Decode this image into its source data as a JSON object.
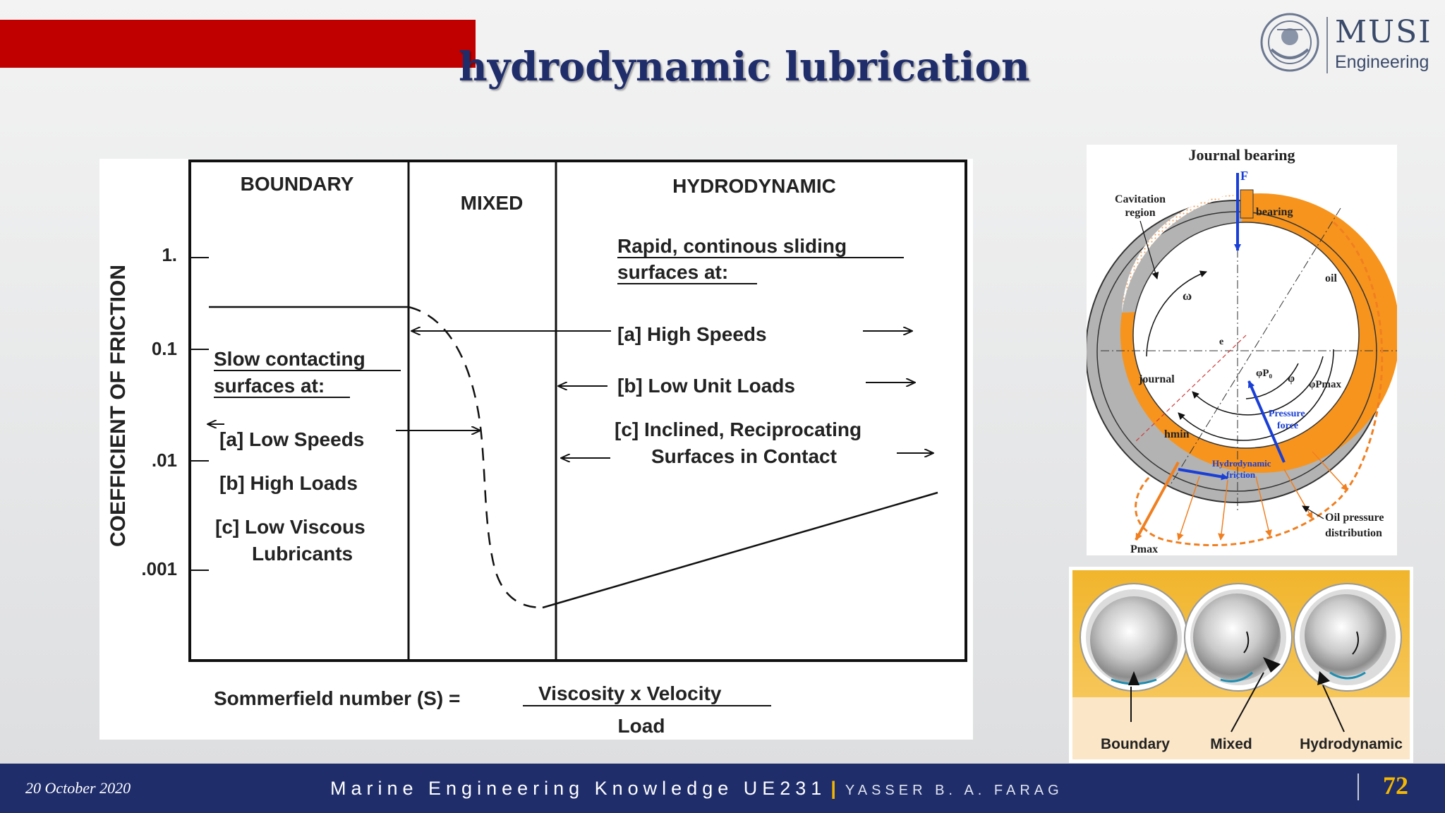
{
  "slide": {
    "title": "hydrodynamic lubrication",
    "logo": {
      "name": "MUSI",
      "sub": "Engineering"
    }
  },
  "main_figure": {
    "regions": [
      "BOUNDARY",
      "MIXED",
      "HYDRODYNAMIC"
    ],
    "y_axis_label": "COEFFICIENT OF FRICTION",
    "y_ticks": [
      "1.",
      "0.1",
      ".01",
      ".001"
    ],
    "boundary_notes": {
      "heading_line1": "Slow contacting",
      "heading_line2": "surfaces at:",
      "a": "[a] Low Speeds",
      "b": "[b] High Loads",
      "c_line1": "[c] Low Viscous",
      "c_line2": "Lubricants"
    },
    "hydro_notes": {
      "heading_line1": "Rapid, continous sliding",
      "heading_line2": "surfaces at:",
      "a": "[a] High Speeds",
      "b": "[b] Low Unit Loads",
      "c_line1": "[c] Inclined, Reciprocating",
      "c_line2": "Surfaces in Contact"
    },
    "sommerfeld": {
      "label": "Sommerfield number (S) =",
      "numerator": "Viscosity x Velocity",
      "denominator": "Load"
    }
  },
  "journal_figure": {
    "title": "Journal bearing",
    "labels": {
      "force": "F",
      "cavitation_1": "Cavitation",
      "cavitation_2": "region",
      "bearing": "bearing",
      "oil": "oil",
      "omega": "ω",
      "journal": "journal",
      "e": "e",
      "phi_p0": "φP₀",
      "phi": "φ",
      "phi_pmax": "φPmax",
      "pressure_1": "Pressure",
      "pressure_2": "force",
      "hmin": "hmin",
      "hydro_friction_1": "Hydrodynamic",
      "hydro_friction_2": "friction",
      "oil_pressure_1": "Oil pressure",
      "oil_pressure_2": "distribution",
      "pmax": "Pmax"
    },
    "colors": {
      "oil": "#f7941d",
      "bearing": "#b3b3b3",
      "arrow_blue": "#1a3fd6",
      "pressure": "#f07f20"
    }
  },
  "modes_figure": {
    "labels": [
      "Boundary",
      "Mixed",
      "Hydrodynamic"
    ],
    "colors": {
      "background": "#f1b52c"
    }
  },
  "footer": {
    "date": "20 October 2020",
    "course": "Marine Engineering Knowledge UE231",
    "separator": "|",
    "author": "YASSER B. A. FARAG",
    "page": "72"
  }
}
